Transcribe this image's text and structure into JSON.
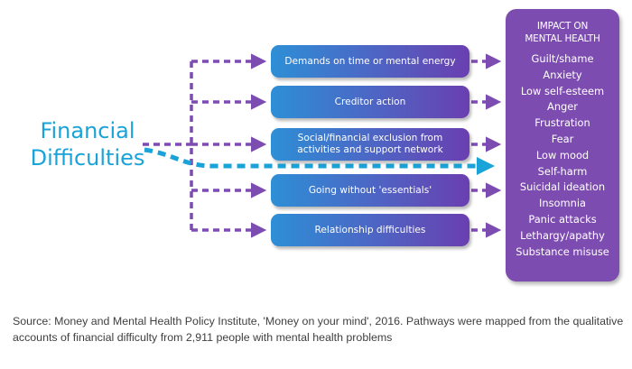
{
  "colors": {
    "root_text": "#1aa3d9",
    "connector": "#7d4cb0",
    "highlight_arrow": "#1aa3d9",
    "impact_box": "#7d4cb0"
  },
  "root": {
    "label": "Financial\nDifficulties"
  },
  "pathways": [
    {
      "label": "Demands on time or mental energy"
    },
    {
      "label": "Creditor action"
    },
    {
      "label": "Social/financial exclusion from\nactivities and support network"
    },
    {
      "label": "Going without 'essentials'"
    },
    {
      "label": "Relationship difficulties"
    }
  ],
  "impact": {
    "title": "IMPACT ON\nMENTAL HEALTH",
    "items": [
      "Guilt/shame",
      "Anxiety",
      "Low self-esteem",
      "Anger",
      "Frustration",
      "Fear",
      "Low mood",
      "Self-harm",
      "Suicidal ideation",
      "Insomnia",
      "Panic attacks",
      "Lethargy/apathy",
      "Substance misuse"
    ]
  },
  "source": "Source: Money and Mental Health Policy Institute, 'Money on your mind', 2016. Pathways were mapped from the qualitative accounts of financial difficulty from 2,911 people with mental health problems"
}
